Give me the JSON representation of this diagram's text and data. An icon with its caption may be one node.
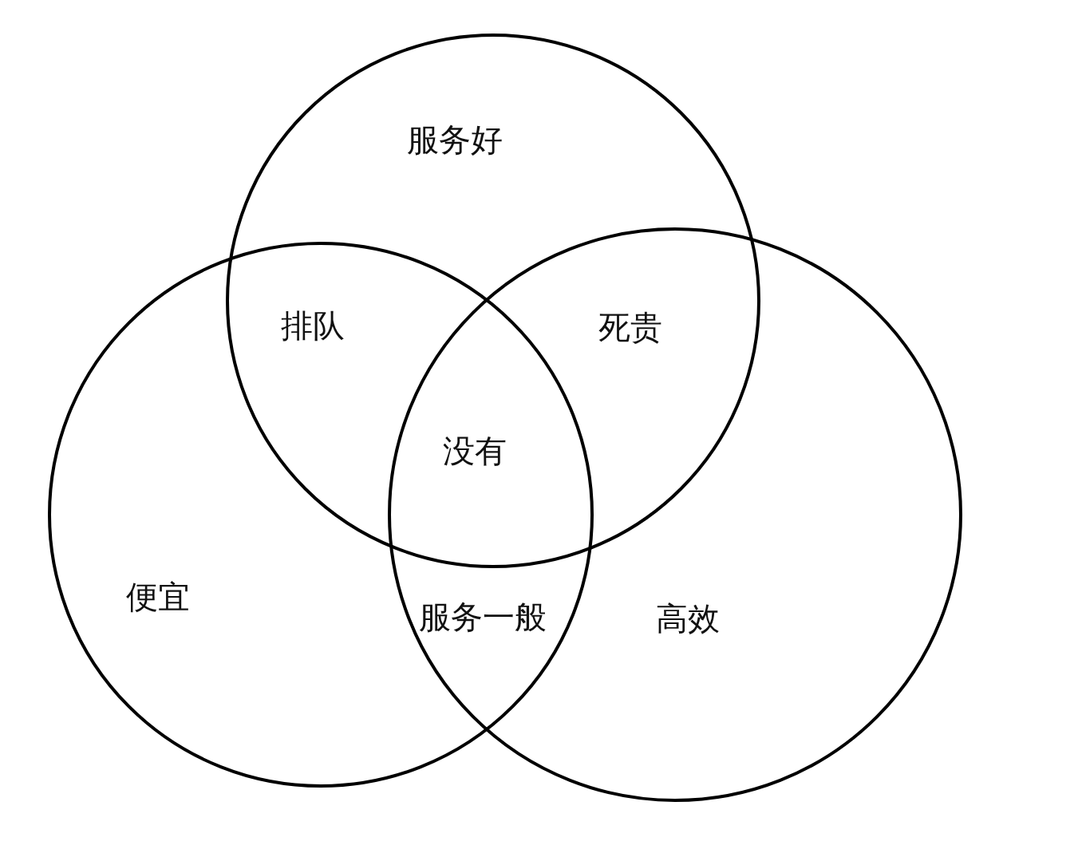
{
  "diagram": {
    "nodes": [
      {
        "text": [
          "服务好"
        ]
      },
      {
        "text": [
          "便宜"
        ]
      },
      {
        "text": [
          "高效"
        ]
      }
    ],
    "labels": [
      "排队",
      "死贵",
      "没有",
      "服务一般"
    ]
  }
}
